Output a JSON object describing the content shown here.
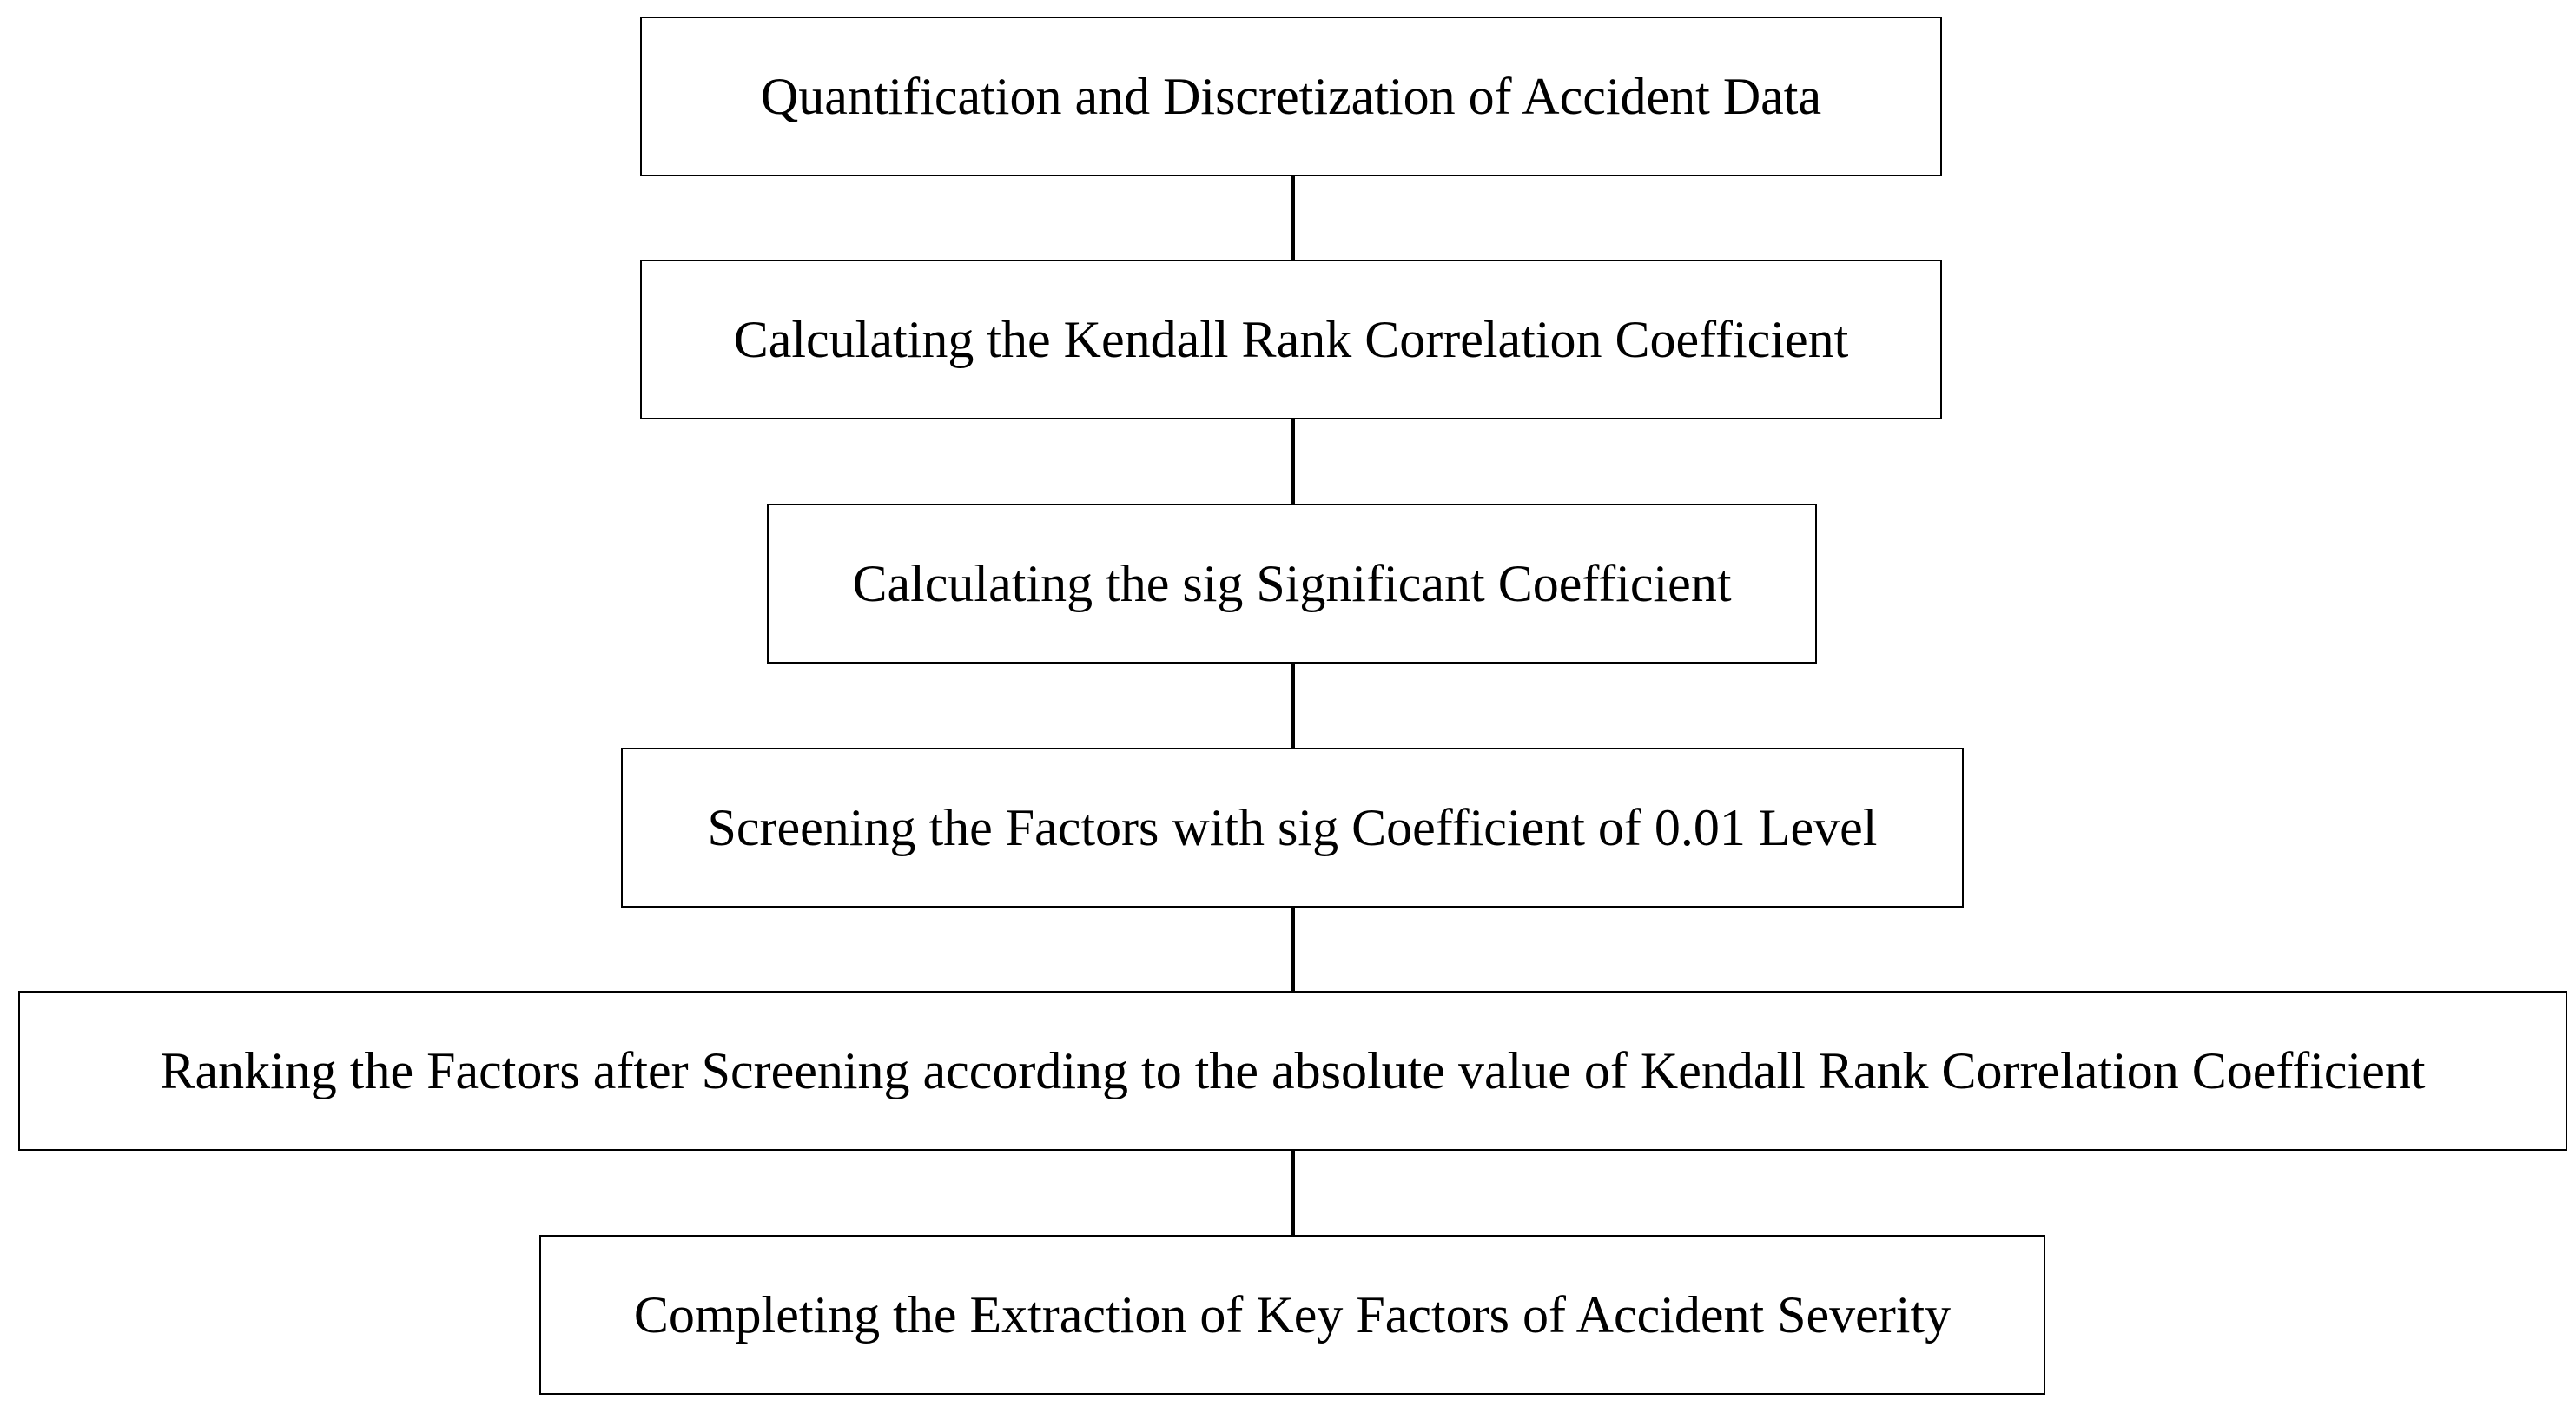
{
  "flowchart": {
    "steps": [
      {
        "label": "Quantification and Discretization of Accident Data"
      },
      {
        "label": "Calculating the Kendall Rank Correlation Coefficient"
      },
      {
        "label": "Calculating the sig Significant Coefficient"
      },
      {
        "label": "Screening the Factors with sig Coefficient of 0.01 Level"
      },
      {
        "label": "Ranking the Factors after Screening according to the absolute value of Kendall Rank Correlation Coefficient"
      },
      {
        "label": "Completing the Extraction of Key Factors of Accident Severity"
      }
    ],
    "colors": {
      "border": "#000000",
      "background": "#ffffff",
      "text": "#000000"
    }
  }
}
